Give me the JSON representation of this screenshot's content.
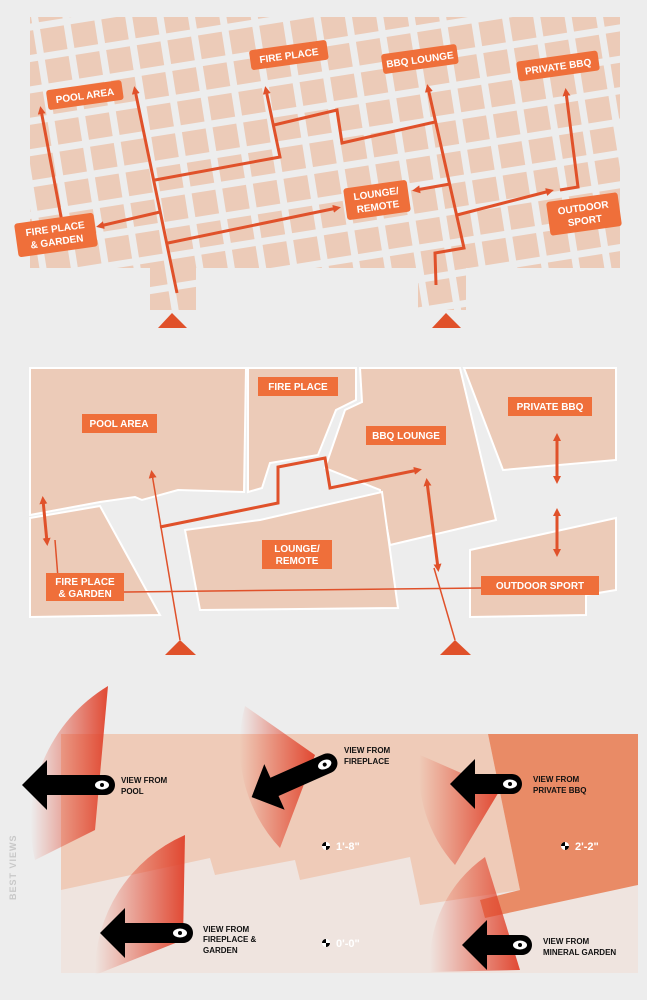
{
  "circulation_map": {
    "labels": {
      "pool_area": "POOL AREA",
      "fire_place": "FIRE PLACE",
      "bbq_lounge": "BBQ LOUNGE",
      "private_bbq": "PRIVATE BBQ",
      "fire_place_garden_1": "FIRE PLACE",
      "fire_place_garden_2": "& GARDEN",
      "lounge_remote_1": "LOUNGE/",
      "lounge_remote_2": "REMOTE",
      "outdoor_sport_1": "OUTDOOR",
      "outdoor_sport_2": "SPORT"
    }
  },
  "floor_plan": {
    "labels": {
      "pool_area": "POOL AREA",
      "fire_place": "FIRE PLACE",
      "bbq_lounge": "BBQ LOUNGE",
      "private_bbq": "PRIVATE BBQ",
      "lounge_remote_1": "LOUNGE/",
      "lounge_remote_2": "REMOTE",
      "fire_place_garden_1": "FIRE PLACE",
      "fire_place_garden_2": "& GARDEN",
      "outdoor_sport": "OUTDOOR SPORT"
    }
  },
  "best_views": {
    "side_title": "BEST VIEWS",
    "views": {
      "pool_1": "VIEW FROM",
      "pool_2": "POOL",
      "fireplace_1": "VIEW FROM",
      "fireplace_2": "FIREPLACE",
      "private_bbq_1": "VIEW FROM",
      "private_bbq_2": "PRIVATE BBQ",
      "fp_garden_1": "VIEW FROM",
      "fp_garden_2": "FIREPLACE &",
      "fp_garden_3": "GARDEN",
      "mineral_1": "VIEW FROM",
      "mineral_2": "MINERAL GARDEN"
    },
    "elevations": {
      "mid": "1'-8\"",
      "high": "2'-2\"",
      "base": "0'-0\""
    }
  },
  "colors": {
    "accent": "#e0512a",
    "label": "#ef6f3a",
    "zone": "#eccbb8",
    "background": "#ededed"
  }
}
